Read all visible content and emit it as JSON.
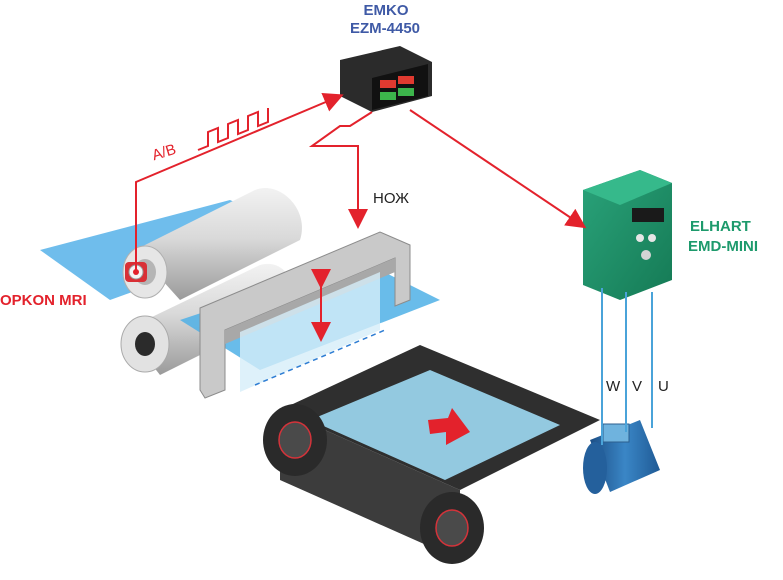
{
  "controller": {
    "brand": "EMKO",
    "model": "EZM-4450"
  },
  "encoder": {
    "label": "OPKON MRI"
  },
  "vfd": {
    "brand": "ELHART",
    "model": "EMD-MINI"
  },
  "signal": {
    "label": "A/B"
  },
  "knife": {
    "label": "НОЖ"
  },
  "phases": [
    "W",
    "V",
    "U"
  ],
  "colors": {
    "signal_red": "#e3222c",
    "controller_text": "#3f5aa6",
    "vfd_text": "#1d9a6c",
    "phase_wire": "#4aa3d9"
  }
}
